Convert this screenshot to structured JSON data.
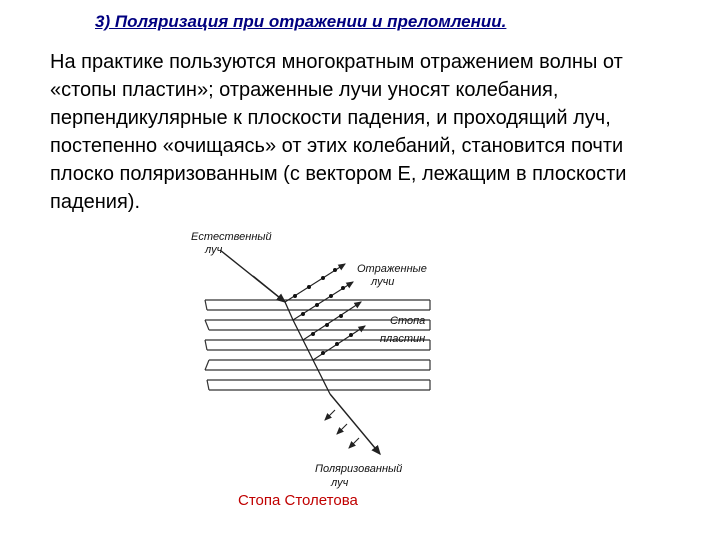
{
  "slide": {
    "title": "3) Поляризация при отражении и преломлении.",
    "paragraph": "На практике пользуются многократным отражением волны от «стопы пластин»; отраженные лучи уносят колебания, перпендикулярные к плоскости падения, и проходящий луч, постепенно «очищаясь» от этих колебаний, становится почти плоско поляризованным (с вектором Е, лежащим в плоскости падения).",
    "caption": "Стопа Столетова"
  },
  "figure": {
    "labels": {
      "incident_line1": "Естественный",
      "incident_line2": "луч",
      "reflected_line1": "Отраженные",
      "reflected_line2": "лучи",
      "stack_line1": "Стопа",
      "stack_line2": "пластин",
      "polarized_line1": "Поляризованный",
      "polarized_line2": "луч"
    }
  }
}
